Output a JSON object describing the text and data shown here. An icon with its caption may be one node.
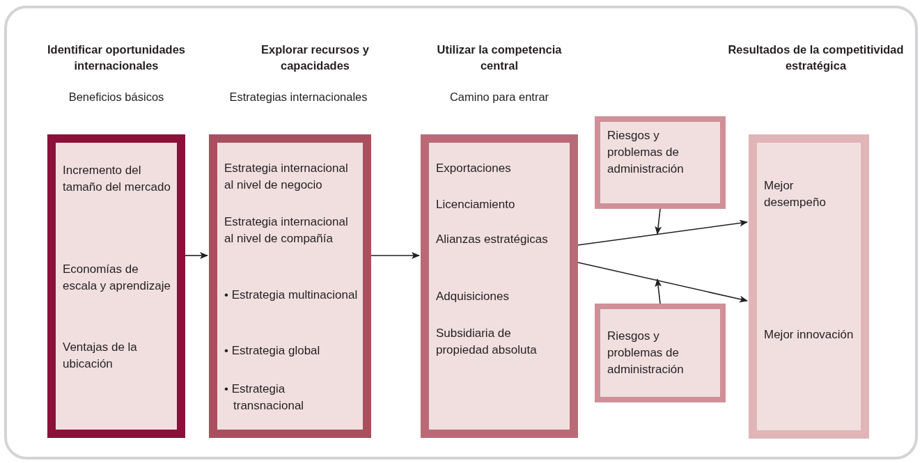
{
  "diagram": {
    "nodes": [
      {
        "text": [
          "Identificar oportunidades internacionales",
          "Beneficios básicos",
          "Incremento del tamaño del mercado",
          "Economías de escala y aprendizaje",
          "Ventajas de la ubicación"
        ]
      },
      {
        "text": [
          "Explorar recursos y capacidades",
          "Estrategias internacionales",
          "Estrategia internacional al nivel de negocio",
          "Estrategia internacional al nivel de compañía",
          "• Estrategia multinacional",
          "• Estrategia global",
          "• Estrategia transnacional"
        ]
      },
      {
        "text": [
          "Utilizar la competencia central",
          "Camino para entrar",
          "Exportaciones",
          "Licenciamiento",
          "Alianzas estratégicas",
          "Adquisiciones",
          "Subsidiaria de propiedad absoluta"
        ]
      },
      {
        "text": [
          "Riesgos y problemas de administración"
        ]
      },
      {
        "text": [
          "Riesgos y problemas de administración"
        ]
      },
      {
        "text": [
          "Resultados de la competitividad estratégica",
          "Mejor desempeño",
          "Mejor innovación"
        ]
      }
    ],
    "edges": [
      {
        "from": 0,
        "to": 1,
        "arrow": "to"
      },
      {
        "from": 1,
        "to": 2,
        "arrow": "to"
      },
      {
        "from": 2,
        "to": 5,
        "arrow": "to"
      },
      {
        "from": 2,
        "to": 5,
        "arrow": "to"
      },
      {
        "from": 3,
        "to": null,
        "arrow": "to"
      },
      {
        "from": 4,
        "to": null,
        "arrow": "to"
      }
    ]
  }
}
